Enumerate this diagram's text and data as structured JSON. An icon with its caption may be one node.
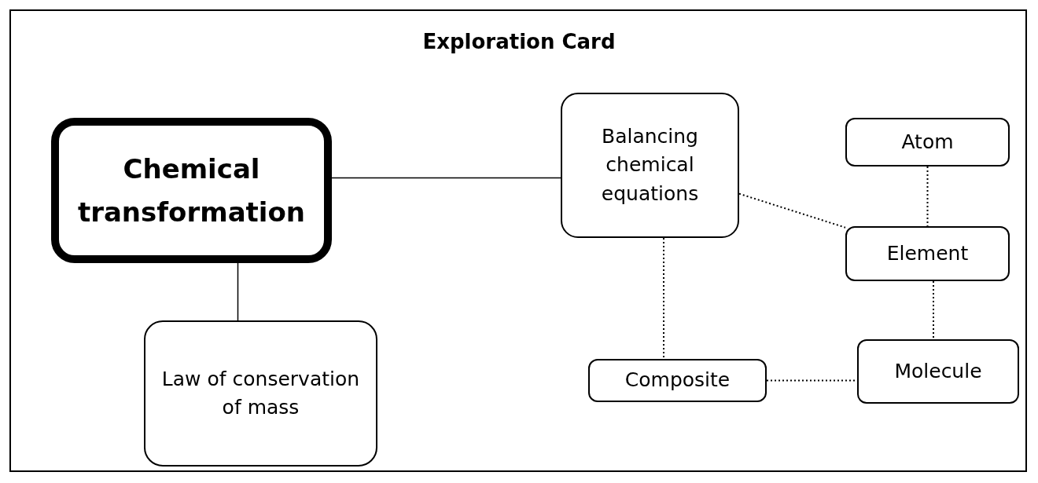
{
  "diagram": {
    "title": "Exploration Card",
    "nodes": [
      {
        "text": [
          "Chemical transformation"
        ]
      },
      {
        "text": [
          "Law of conservation of mass"
        ]
      },
      {
        "text": [
          "Balancing chemical equations"
        ]
      },
      {
        "text": [
          "Atom"
        ]
      },
      {
        "text": [
          "Element"
        ]
      },
      {
        "text": [
          "Composite"
        ]
      },
      {
        "text": [
          "Molecule"
        ]
      }
    ],
    "edges": [
      {
        "from": 0,
        "to": 2,
        "arrow": "none"
      },
      {
        "from": 0,
        "to": 1,
        "arrow": "none"
      },
      {
        "from": 2,
        "to": 4,
        "arrow": "none",
        "style": "dashed"
      },
      {
        "from": 3,
        "to": 4,
        "arrow": "none",
        "style": "dashed"
      },
      {
        "from": 2,
        "to": 5,
        "arrow": "none",
        "style": "dashed"
      },
      {
        "from": 4,
        "to": 6,
        "arrow": "none",
        "style": "dashed"
      },
      {
        "from": 5,
        "to": 6,
        "arrow": "none",
        "style": "dashed"
      }
    ]
  }
}
